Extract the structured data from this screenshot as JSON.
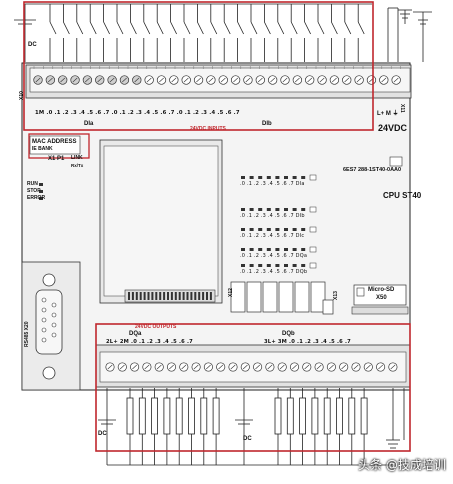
{
  "labels": {
    "dc_top": "DC",
    "x10": "X10",
    "input_terminals": "1M  .0  .1  .2  .3  .4  .5  .6  .7  .0  .1  .2  .3  .4  .5  .6  .7  .0  .1  .2  .3  .4  .5  .6  .7",
    "input_group_a": "DIa",
    "input_group_b": "DIb",
    "input_caption": "24VDC INPUTS",
    "power_in": "L+  M  ⏚",
    "power_voltage": "24VDC",
    "x11": "X11",
    "mac_label": "MAC ADDRESS",
    "mac_sub": "IE BANK",
    "x1p1": "X1 P1",
    "link": "LINK",
    "rxtx": "Rx/Tx",
    "run_stop": "RUN\nSTOP\nERROR",
    "part_number": "6ES7 288-1ST40-0AA0",
    "cpu_name": "CPU ST40",
    "led_row_1": ".0 .1 .2 .3 .4 .5 .6 .7 DIa",
    "led_row_2": ".0 .1 .2 .3 .4 .5 .6 .7 DIb",
    "led_row_3": ".0 .1 .2 .3 .4 .5 .6 .7 DIc",
    "led_row_4": ".0 .1 .2 .3 .4 .5 .6 .7 DQa",
    "led_row_5": ".0 .1 .2 .3 .4 .5 .6 .7 DQb",
    "x12": "X12",
    "x13": "X13",
    "microsd": "Micro-SD",
    "x50": "X50",
    "rs485": "RS485 X20",
    "output_caption": "24VDC OUTPUTS",
    "output_group_a": "DQa",
    "output_group_b": "DQb",
    "output_terminals_a": "2L+ 2M .0  .1  .2  .3  .4  .5  .6  .7",
    "output_terminals_b": "3L+ 3M .0  .1  .2  .3  .4  .5  .6  .7",
    "dc_bottom_left": "DC",
    "dc_bottom_right": "DC",
    "watermark": "头条 @技成培训"
  },
  "colors": {
    "highlight": "#c0272d",
    "line": "#222222",
    "panel": "#eeeeee",
    "terminal_block": "#dcdcdc",
    "dark": "#333333"
  },
  "counts": {
    "input_channels": 24,
    "output_channels": 16,
    "input_terminal_screws": 30,
    "output_terminal_screws": 24
  }
}
